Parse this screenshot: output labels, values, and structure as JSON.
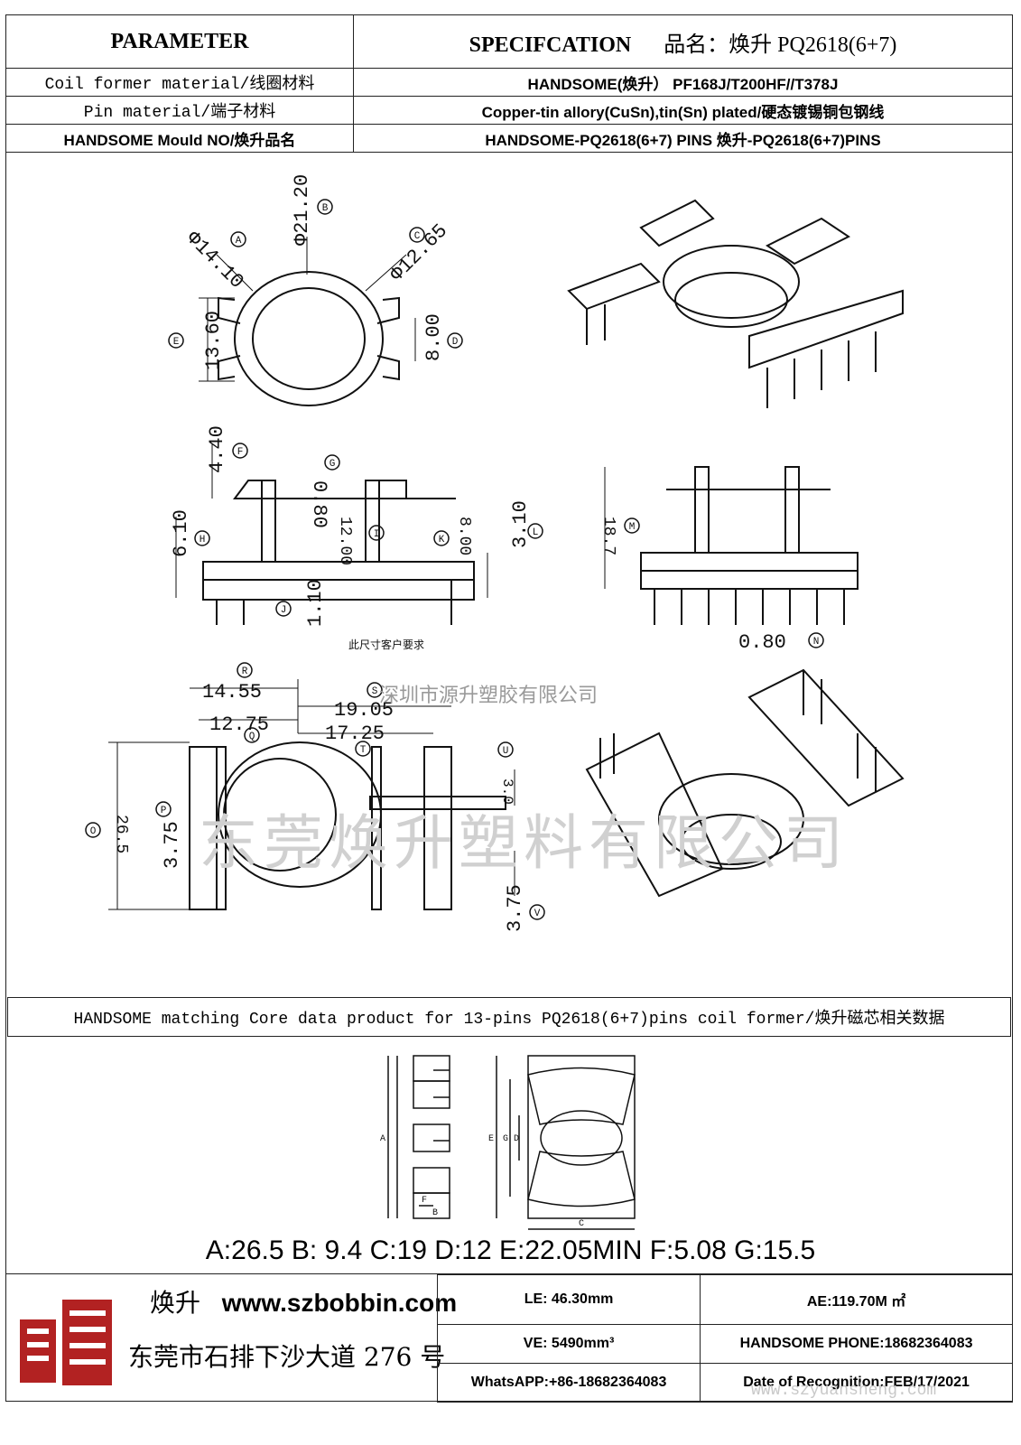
{
  "header": {
    "parameter": "PARAMETER",
    "specification": "SPECIFCATION",
    "product_name": "品名：焕升 PQ2618(6+7)"
  },
  "rows": [
    {
      "label": "Coil former material/线圈材料",
      "value": "HANDSOME(焕升）  PF168J/T200HF//T378J"
    },
    {
      "label": "Pin material/端子材料",
      "value": "Copper-tin allory(CuSn),tin(Sn) plated/硬态镀锡铜包钢线"
    },
    {
      "label": "HANDSOME Mould NO/焕升品名",
      "value": "HANDSOME-PQ2618(6+7) PINS    焕升-PQ2618(6+7)PINS"
    }
  ],
  "drawing": {
    "top_view": {
      "A": "Φ14.10",
      "B": "Φ21.20",
      "C": "Φ12.65",
      "D": "8.00",
      "E": "13.60"
    },
    "side_view": {
      "F": "4.40",
      "G": "0.80",
      "H": "6.10",
      "I": "12.00",
      "J": "1.10",
      "K": "8.00",
      "L": "3.10",
      "note": "此尺寸客户要求"
    },
    "front_view": {
      "M": "18.7",
      "N": "0.80"
    },
    "bottom_view": {
      "R": "14.55",
      "S": "19.05",
      "Q": "12.75",
      "T": "17.25",
      "O": "26.5",
      "P": "3.75",
      "U": "3.0",
      "V": "3.75"
    },
    "letters": [
      "A",
      "B",
      "C",
      "D",
      "E",
      "F",
      "G",
      "H",
      "I",
      "J",
      "K",
      "L",
      "M",
      "N",
      "O",
      "P",
      "Q",
      "R",
      "S",
      "T",
      "U",
      "V"
    ]
  },
  "watermarks": {
    "company_small": "深圳市源升塑胶有限公司",
    "company_large": "东莞焕升塑料有限公司",
    "site": "www.szyuansheng.com"
  },
  "caption": "HANDSOME matching Core data  product for 13-pins PQ2618(6+7)pins coil former/焕升磁芯相关数据",
  "core_labels": [
    "A",
    "E",
    "G",
    "D",
    "C",
    "F",
    "B"
  ],
  "core_data": "A:26.5 B: 9.4 C:19 D:12 E:22.05MIN F:5.08 G:15.5",
  "footer": {
    "brand_cn": "焕升",
    "website": "www.szbobbin.com",
    "address": "东莞市石排下沙大道 276 号",
    "le": "LE: 46.30mm",
    "ae": "AE:119.70M ㎡",
    "ve": "VE: 5490mm³",
    "phone": "HANDSOME PHONE:18682364083",
    "whatsapp": "WhatsAPP:+86-18682364083",
    "date": "Date of Recognition:FEB/17/2021"
  }
}
